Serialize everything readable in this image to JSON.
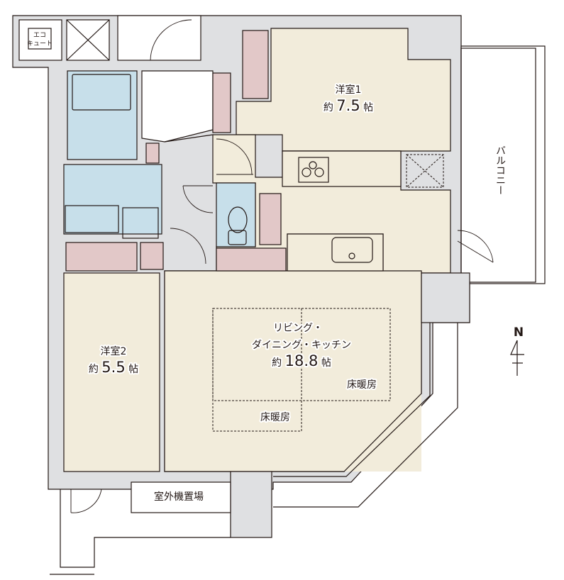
{
  "floorplan": {
    "rooms": {
      "western_room_1": {
        "name": "洋室1",
        "area_prefix": "約",
        "area": "7.5",
        "unit": "帖"
      },
      "western_room_2": {
        "name": "洋室2",
        "area_prefix": "約",
        "area": "5.5",
        "unit": "帖"
      },
      "ldk": {
        "name_line1": "リビング・",
        "name_line2": "ダイニング・キッチン",
        "area_prefix": "約",
        "area": "18.8",
        "unit": "帖"
      }
    },
    "floor_heating_labels": [
      "床暖房",
      "床暖房"
    ],
    "balcony": "バルコニー",
    "outdoor_unit_area": "室外機置場",
    "eco_cute": {
      "line1": "エコ",
      "line2": "キュート"
    },
    "north_label": "N",
    "colors": {
      "wall": "#dfe0e2",
      "floor": "#f2ecdb",
      "wet_area": "#c7dfea",
      "storage": "#e2c8c8"
    }
  }
}
